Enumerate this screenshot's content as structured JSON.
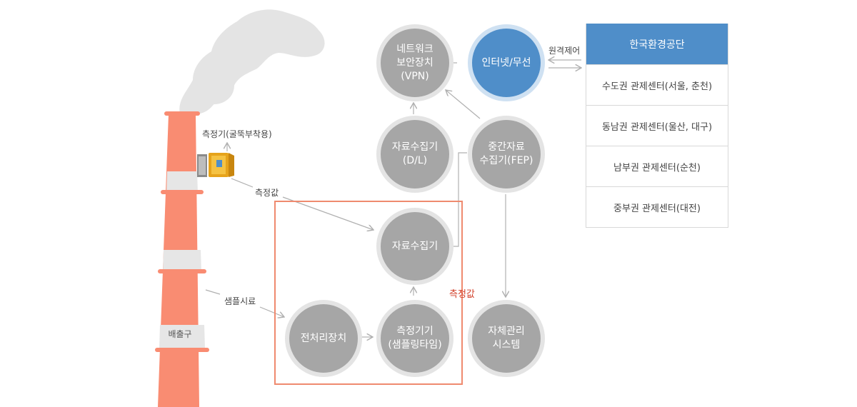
{
  "nodes": {
    "vpn": "네트워크\n보안장치\n(VPN)",
    "internet": "인터넷/무선",
    "dl": "자료수집기\n(D/L)",
    "fep": "중간자료\n수집기(FEP)",
    "collector": "자료수집기",
    "preprocess": "전처리장치",
    "sampler": "측정기기\n(샘플링타임)",
    "self": "자체관리\n시스템"
  },
  "labels": {
    "chimney_device": "측정기(굴뚝부착용)",
    "measured_value": "측정값",
    "sample": "샘플시료",
    "measured_value_red": "측정값",
    "remote": "원격제어",
    "outlet": "배출구"
  },
  "table": {
    "header": "한국환경공단",
    "rows": [
      "수도권 관제센터(서울, 춘천)",
      "동남권 관제센터(울산, 대구)",
      "남부권 관제센터(순천)",
      "중부권 관제센터(대전)"
    ]
  },
  "colors": {
    "chimney": "#f98c72",
    "chimney_band": "#e6e6e6",
    "smoke": "#e4e4e4",
    "node_gray": "#a6a6a6",
    "node_blue": "#4f8ec9",
    "frame": "#ef8a6f",
    "accent_red": "#d2412b"
  },
  "icons": [
    "measuring-device-icon"
  ]
}
